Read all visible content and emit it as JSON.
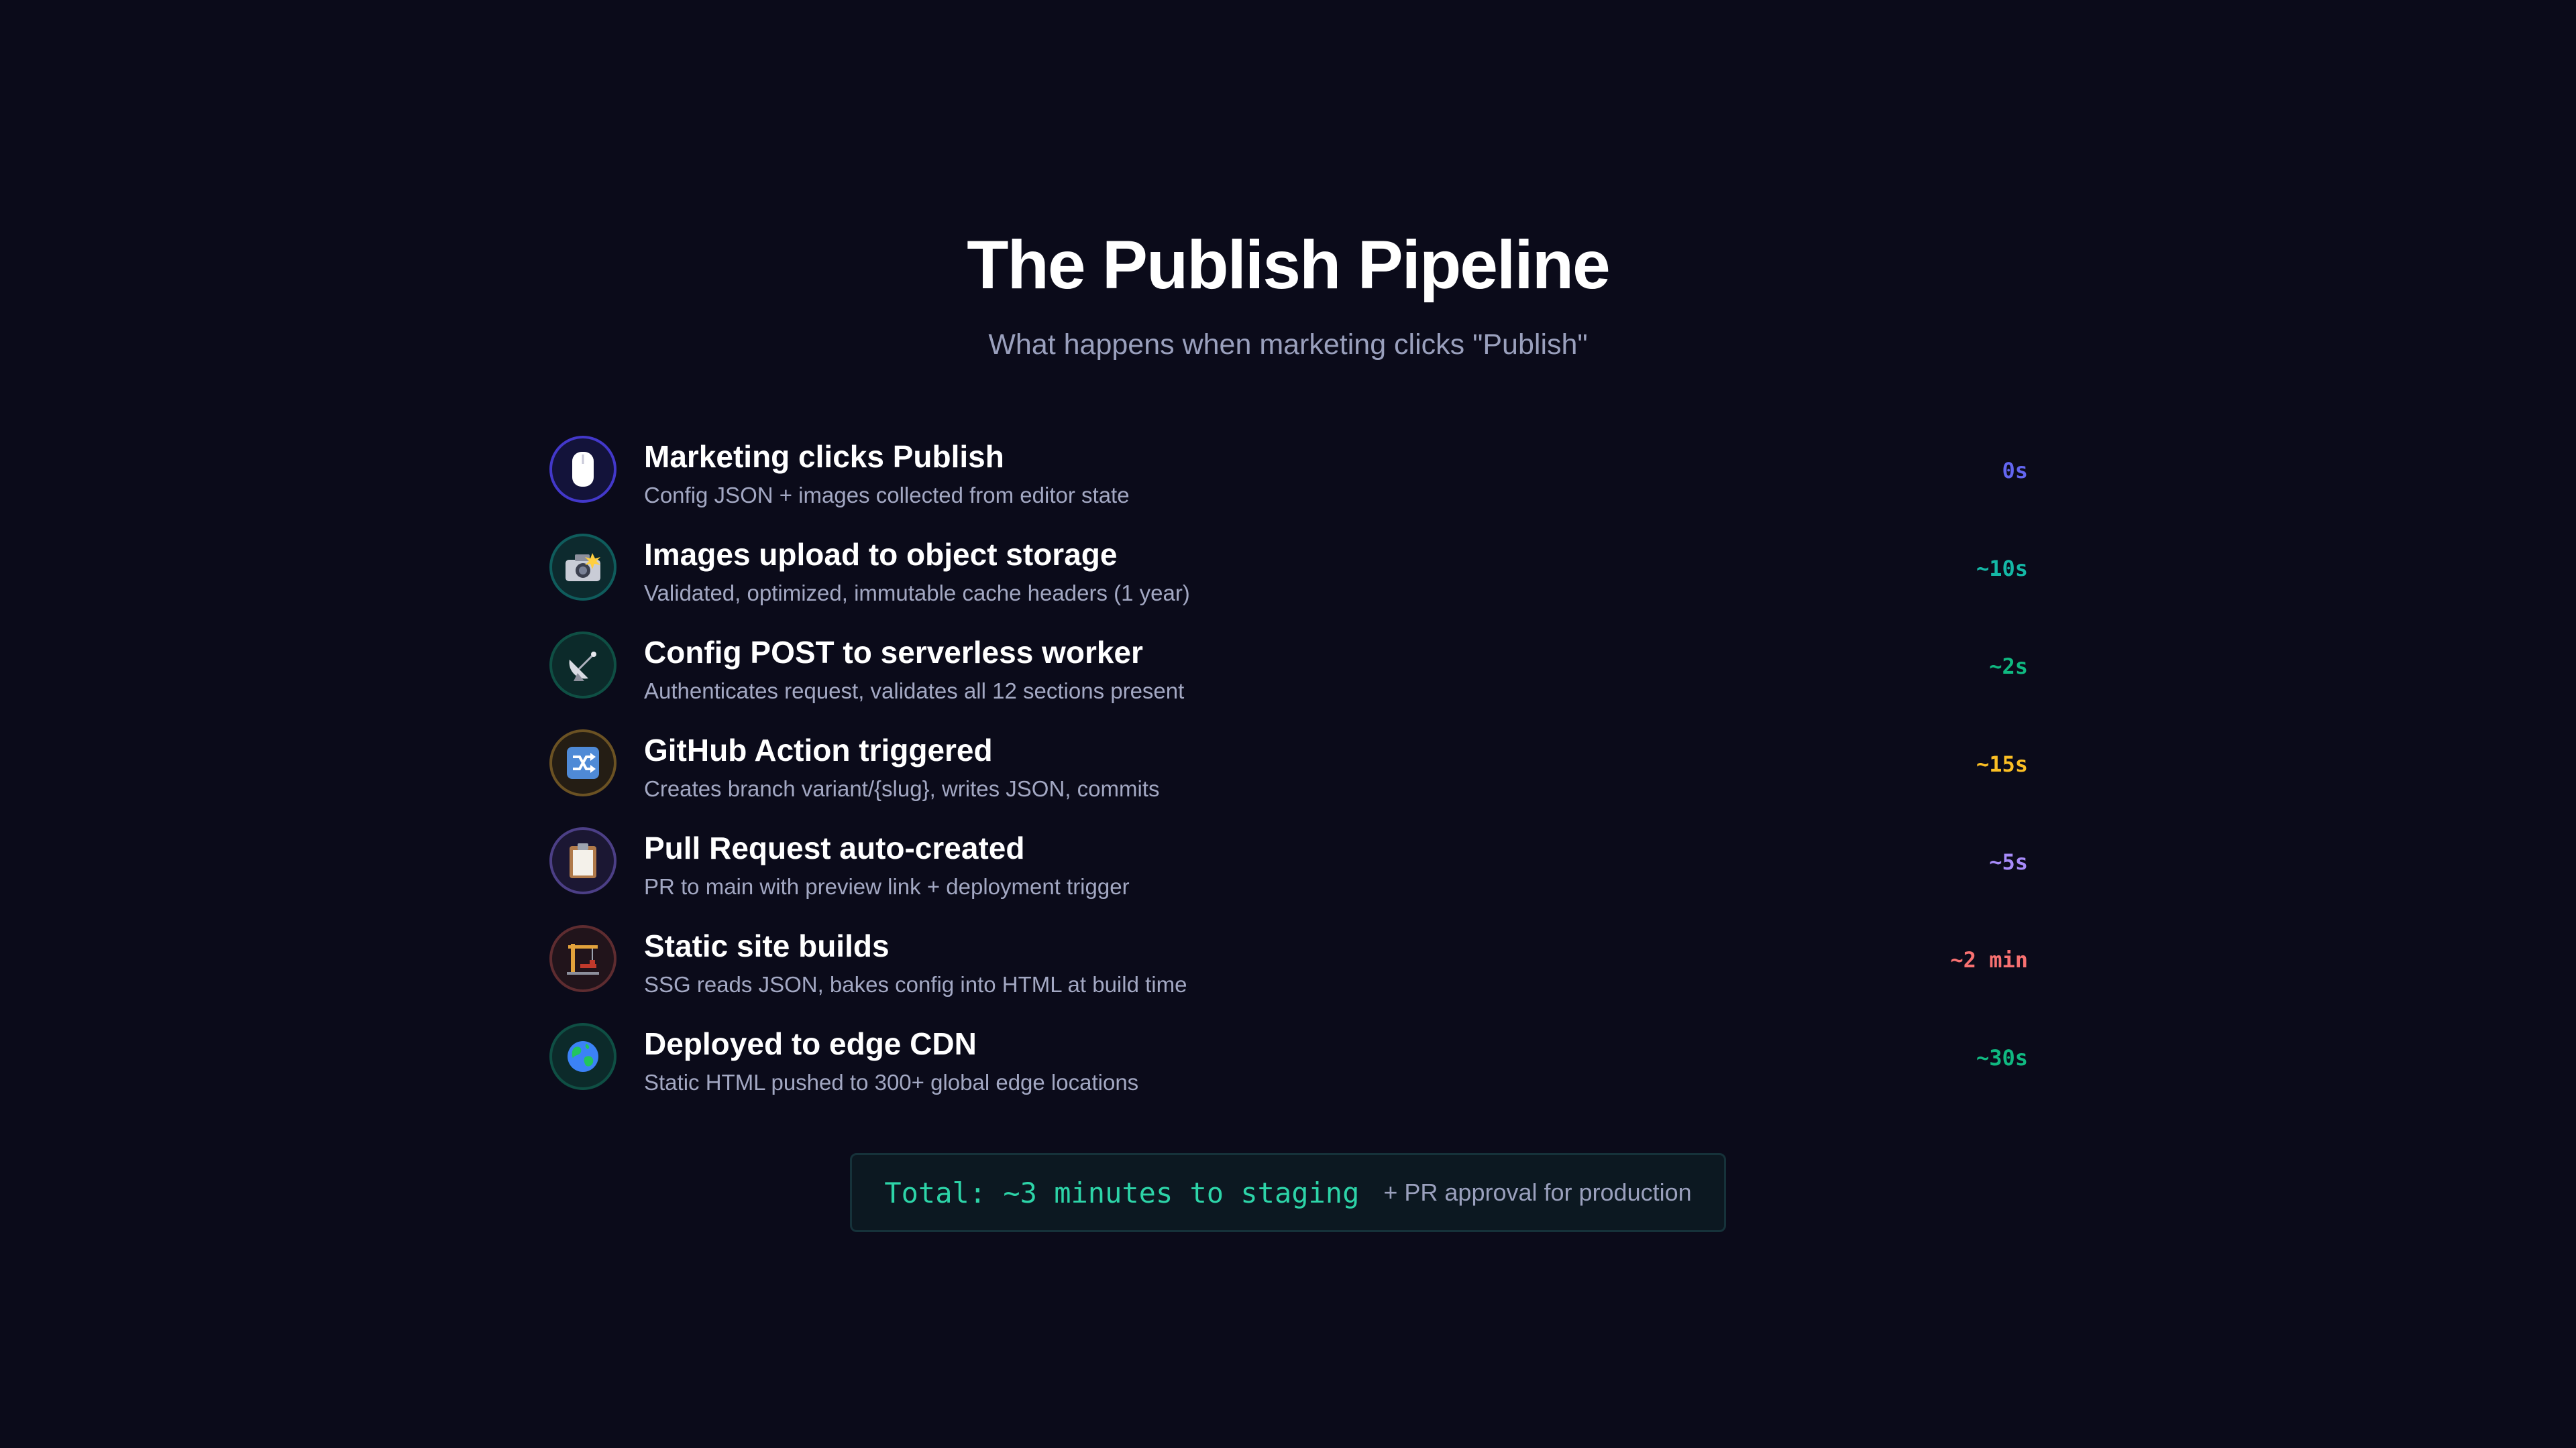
{
  "title": "The Publish Pipeline",
  "subtitle": "What happens when marketing clicks \"Publish\"",
  "steps": [
    {
      "icon": "mouse-icon",
      "title": "Marketing clicks Publish",
      "description": "Config JSON + images collected from editor state",
      "time": "0s",
      "color": "#6366f1"
    },
    {
      "icon": "camera-icon",
      "title": "Images upload to object storage",
      "description": "Validated, optimized, immutable cache headers (1 year)",
      "time": "~10s",
      "color": "#14b8a6"
    },
    {
      "icon": "satellite-dish-icon",
      "title": "Config POST to serverless worker",
      "description": "Authenticates request, validates all 12 sections present",
      "time": "~2s",
      "color": "#10b981"
    },
    {
      "icon": "shuffle-icon",
      "title": "GitHub Action triggered",
      "description": "Creates branch variant/{slug}, writes JSON, commits",
      "time": "~15s",
      "color": "#fbbf24"
    },
    {
      "icon": "clipboard-icon",
      "title": "Pull Request auto-created",
      "description": "PR to main with preview link + deployment trigger",
      "time": "~5s",
      "color": "#a78bfa"
    },
    {
      "icon": "crane-icon",
      "title": "Static site builds",
      "description": "SSG reads JSON, bakes config into HTML at build time",
      "time": "~2 min",
      "color": "#f87171"
    },
    {
      "icon": "globe-icon",
      "title": "Deployed to edge CDN",
      "description": "Static HTML pushed to 300+ global edge locations",
      "time": "~30s",
      "color": "#10b981"
    }
  ],
  "total": {
    "main": "Total: ~3 minutes to staging",
    "note": "+ PR approval for production"
  }
}
